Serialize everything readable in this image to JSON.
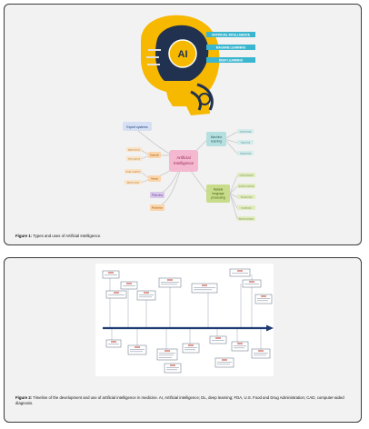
{
  "figure1": {
    "caption_label": "Figure 1:",
    "caption_text": "Types and uses of Artificial Intelligence.",
    "head_text": "AI",
    "banners": [
      "ARTIFICIAL INTELLIGENCE",
      "MACHINE LEARNING",
      "DEEP LEARNING"
    ],
    "mindmap": {
      "center": [
        "Artificial",
        "Intelligence"
      ],
      "expert_systems": "Expert systems",
      "speech": "Speech",
      "speech_items": [
        "Speech to text",
        "Text to speech"
      ],
      "vision": "Vision",
      "vision_items": [
        "Image recognition",
        "Machine vision"
      ],
      "planning": "Planning",
      "robotics": "Robotics",
      "machine_learning": [
        "Machine",
        "learning"
      ],
      "ml_items": [
        "Deep learning",
        "Supervised",
        "Unsupervised"
      ],
      "nlp": [
        "Natural",
        "language",
        "processing"
      ],
      "nlp_items": [
        "Content extraction",
        "Question answering",
        "Text generation",
        "Classification",
        "Machine translation"
      ]
    },
    "colors": {
      "mindmap_center": "#f4b8d0",
      "machine_learning": "#b6dfe0",
      "nlp": "#c8dc8c",
      "speech": "#fbd5a9",
      "vision": "#fbd5a9",
      "planning": "#d9c7ec",
      "robotics": "#fbd5a9",
      "expert_systems": "#d6e0f4",
      "head_yellow": "#f7b800",
      "head_dark": "#20324f",
      "banner_teal": "#3ab6cf"
    }
  },
  "figure2": {
    "caption_label": "Figure 2:",
    "caption_text": "Timeline of the development and use of artificial intelligence in medicine. AI, Artificial intelligence; DL, deep learning; FDA, U.S. Food and Drug Administration; CAD, computer-aided diagnosis.",
    "colors": {
      "axis": "#1f3b73",
      "year": "#c0392b",
      "era_box": "#5d6d7e"
    }
  }
}
